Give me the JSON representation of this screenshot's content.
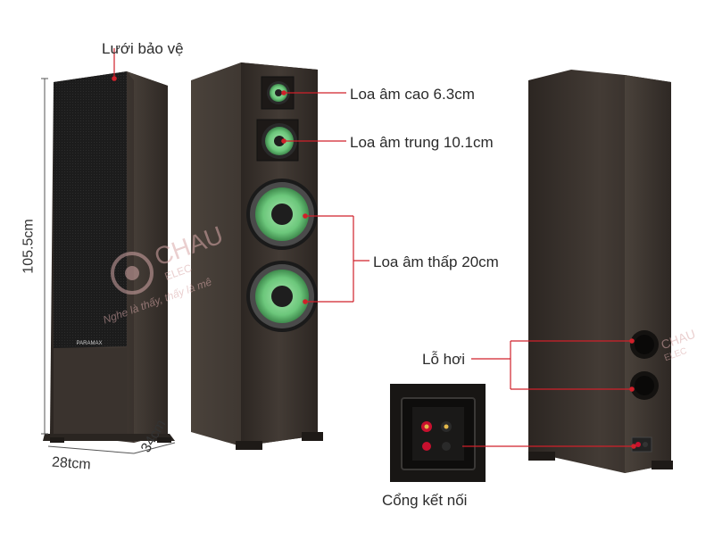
{
  "labels": {
    "grille": "Lưới bảo vệ",
    "tweeter": "Loa âm cao 6.3cm",
    "mid": "Loa âm trung 10.1cm",
    "woofer": "Loa âm thấp 20cm",
    "port": "Lỗ hơi",
    "terminal": "Cổng kết nối"
  },
  "dimensions": {
    "height": "105.5cm",
    "width": "28tcm",
    "depth": "34cm"
  },
  "brand": "PARAMAX",
  "watermark": {
    "name": "CHAU",
    "sub": "ELEC",
    "slogan": "Nghe là thấy, thấy là mê"
  },
  "colors": {
    "cabinet": "#3b3530",
    "cabinet_dark": "#2a2521",
    "grille": "#1f1f1f",
    "cone": "#7fd08a",
    "callout": "#d0202a",
    "terminal_red": "#c8102e"
  }
}
